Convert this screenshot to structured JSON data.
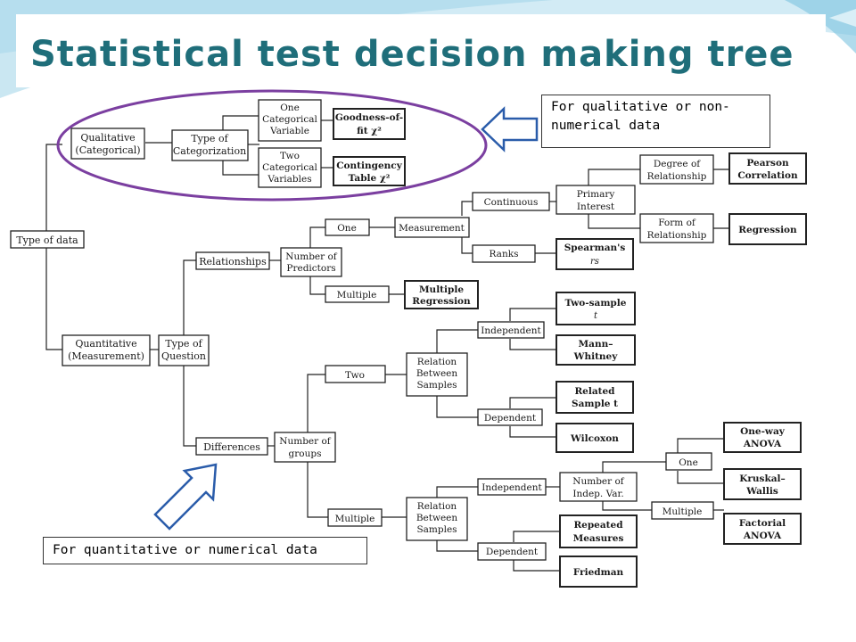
{
  "slide": {
    "title": "Statistical test decision making tree",
    "colors": {
      "title": "#1f6e7a",
      "highlight_ellipse": "#7b3fa0",
      "arrow": "#2a5caa",
      "background_accent": "#9fd3e8"
    }
  },
  "callouts": {
    "qualitative_line1": "For qualitative or non-",
    "qualitative_line2": "numerical data",
    "quantitative": "For quantitative or numerical data"
  },
  "tree": {
    "type_of_data": "Type of data",
    "qualitative": [
      "Qualitative",
      "(Categorical)"
    ],
    "type_of_categorization": [
      "Type of",
      "Categorization"
    ],
    "one_cat_var": [
      "One",
      "Categorical",
      "Variable"
    ],
    "two_cat_var": [
      "Two",
      "Categorical",
      "Variables"
    ],
    "goodness_of_fit": [
      "Goodness-of-",
      "fit χ²"
    ],
    "contingency_table": [
      "Contingency",
      "Table χ²"
    ],
    "quantitative": [
      "Quantitative",
      "(Measurement)"
    ],
    "type_of_question": [
      "Type of",
      "Question"
    ],
    "relationships": "Relationships",
    "differences": "Differences",
    "number_of_predictors": [
      "Number of",
      "Predictors"
    ],
    "one": "One",
    "multiple": "Multiple",
    "measurement": "Measurement",
    "continuous": "Continuous",
    "ranks": "Ranks",
    "primary_interest": [
      "Primary",
      "Interest"
    ],
    "degree_of_relationship": [
      "Degree of",
      "Relationship"
    ],
    "form_of_relationship": [
      "Form of",
      "Relationship"
    ],
    "pearson_correlation": [
      "Pearson",
      "Correlation"
    ],
    "regression": "Regression",
    "spearmans": [
      "Spearman's",
      "rs"
    ],
    "multiple_regression": [
      "Multiple",
      "Regression"
    ],
    "number_of_groups": [
      "Number of",
      "groups"
    ],
    "two": "Two",
    "multiple_groups": "Multiple",
    "relation_between_samples": [
      "Relation",
      "Between",
      "Samples"
    ],
    "independent": "Independent",
    "dependent": "Dependent",
    "two_sample_t": [
      "Two-sample",
      "t"
    ],
    "mann_whitney": [
      "Mann–",
      "Whitney"
    ],
    "related_sample_t": [
      "Related",
      "Sample t"
    ],
    "wilcoxon": "Wilcoxon",
    "number_of_indep_var": [
      "Number of",
      "Indep. Var."
    ],
    "one_way_anova": [
      "One-way",
      "ANOVA"
    ],
    "kruskal_wallis": [
      "Kruskal–",
      "Wallis"
    ],
    "factorial_anova": [
      "Factorial",
      "ANOVA"
    ],
    "repeated_measures": [
      "Repeated",
      "Measures"
    ],
    "friedman": "Friedman"
  }
}
